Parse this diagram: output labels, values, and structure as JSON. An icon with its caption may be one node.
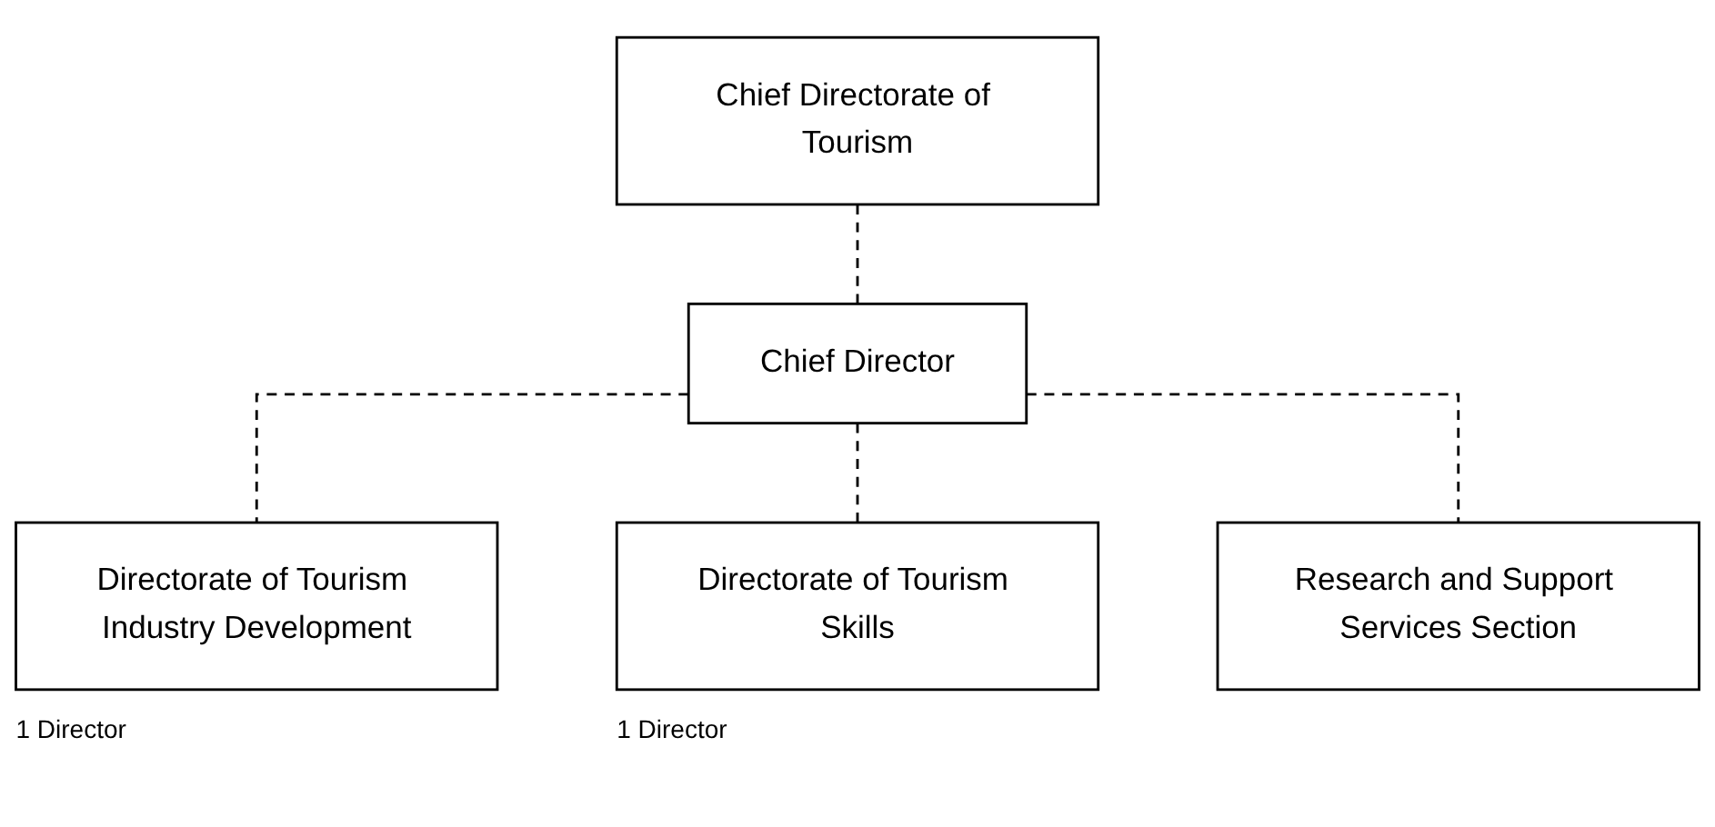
{
  "diagram": {
    "nodes": [
      {
        "text": [
          "Chief Directorate of Tourism"
        ]
      },
      {
        "text": [
          "Chief Director"
        ]
      },
      {
        "text": [
          "Directorate of Tourism Industry Development"
        ],
        "beside": [
          "1 Director"
        ]
      },
      {
        "text": [
          "Directorate of Tourism Skills"
        ],
        "beside": [
          "1 Director"
        ]
      },
      {
        "text": [
          "Research and Support Services Section"
        ]
      }
    ],
    "edges": [
      {
        "from": 0,
        "to": 1,
        "arrow": "none",
        "style": "dashed"
      },
      {
        "from": 1,
        "to": 2,
        "arrow": "none",
        "style": "dashed"
      },
      {
        "from": 1,
        "to": 3,
        "arrow": "none",
        "style": "dashed"
      },
      {
        "from": 1,
        "to": 4,
        "arrow": "none",
        "style": "dashed"
      }
    ]
  }
}
